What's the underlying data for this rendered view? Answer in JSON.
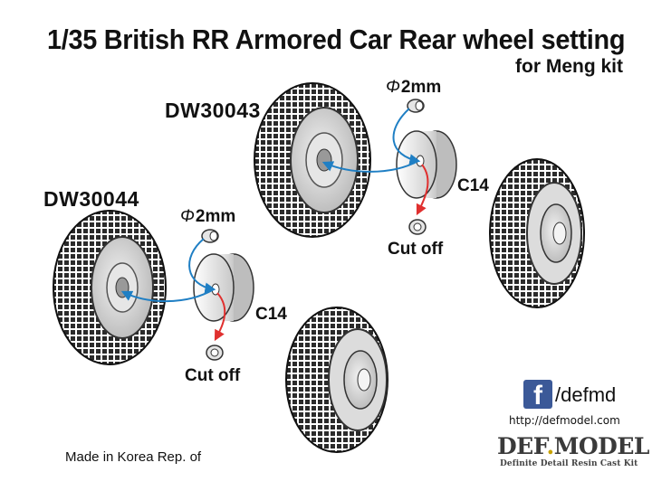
{
  "title": "1/35 British RR Armored Car Rear wheel setting",
  "subtitle": "for Meng kit",
  "sets": [
    {
      "code": "DW30043",
      "diameter": "2mm",
      "part": "C14",
      "cut": "Cut off"
    },
    {
      "code": "DW30044",
      "diameter": "2mm",
      "part": "C14",
      "cut": "Cut off"
    }
  ],
  "phi_symbol": "Φ",
  "made_in": "Made in Korea Rep. of",
  "social": {
    "icon": "facebook-icon",
    "glyph": "f",
    "handle": "/defmd",
    "url": "http://defmodel.com"
  },
  "brand": {
    "name_a": "DEF",
    "dot": ".",
    "name_b": "MODEL",
    "mark": "!",
    "tagline": "Definite Detail Resin Cast Kit"
  },
  "colors": {
    "arrow_blue": "#1f7fc4",
    "arrow_red": "#e0302f",
    "facebook": "#3b5998",
    "logo_accent": "#c8a200"
  }
}
